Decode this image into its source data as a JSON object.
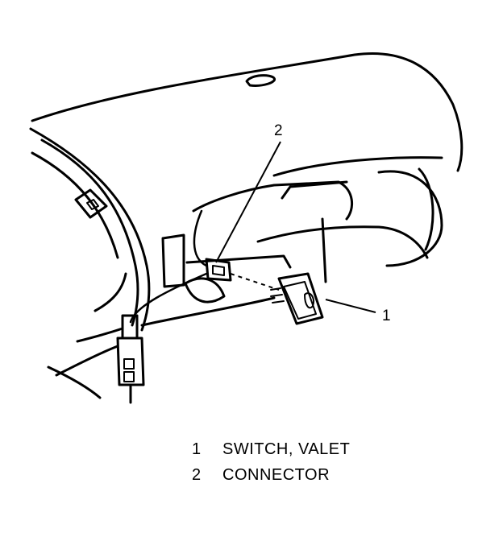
{
  "callouts": [
    {
      "number": "1",
      "label": "SWITCH, VALET"
    },
    {
      "number": "2",
      "label": "CONNECTOR"
    }
  ],
  "colors": {
    "ink": "#000000",
    "paper": "#ffffff"
  }
}
